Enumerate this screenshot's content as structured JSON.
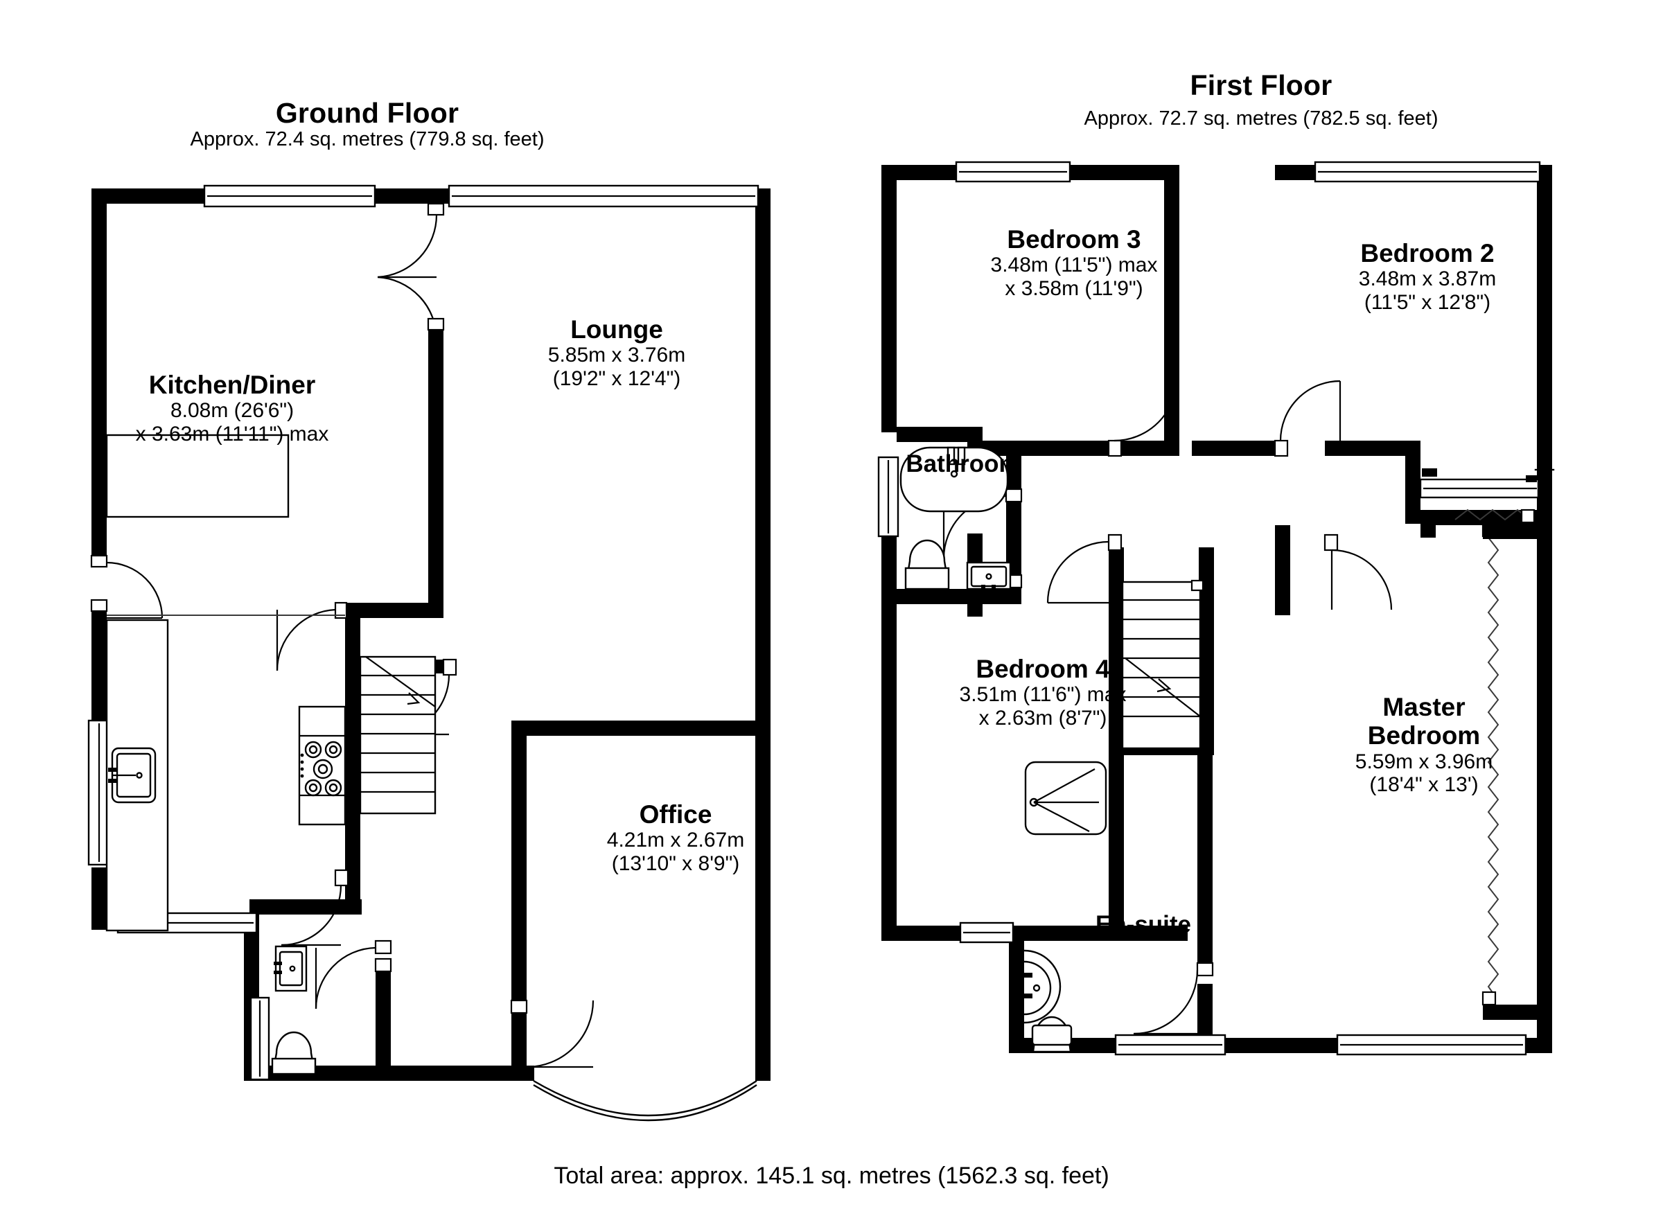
{
  "document": {
    "kind": "floorplan",
    "total_area_text": "Total area: approx. 145.1 sq. metres (1562.3 sq. feet)"
  },
  "floors": [
    {
      "id": "ground",
      "title": "Ground Floor",
      "area_text": "Approx. 72.4 sq. metres (779.8 sq. feet)",
      "area_sq_m": 72.4,
      "area_sq_ft": 779.8,
      "rooms": [
        {
          "id": "kitchen-diner",
          "name": "Kitchen/Diner",
          "dim_line_1": "8.08m (26'6\")",
          "dim_line_2": "x 3.63m (11'11\") max"
        },
        {
          "id": "lounge",
          "name": "Lounge",
          "dim_line_1": "5.85m x 3.76m",
          "dim_line_2": "(19'2\" x 12'4\")"
        },
        {
          "id": "office",
          "name": "Office",
          "dim_line_1": "4.21m x 2.67m",
          "dim_line_2": "(13'10\" x 8'9\")"
        }
      ]
    },
    {
      "id": "first",
      "title": "First Floor",
      "area_text": "Approx. 72.7 sq. metres (782.5 sq. feet)",
      "area_sq_m": 72.7,
      "area_sq_ft": 782.5,
      "rooms": [
        {
          "id": "bedroom-3",
          "name": "Bedroom 3",
          "dim_line_1": "3.48m (11'5\") max",
          "dim_line_2": "x 3.58m (11'9\")"
        },
        {
          "id": "bedroom-2",
          "name": "Bedroom 2",
          "dim_line_1": "3.48m x 3.87m",
          "dim_line_2": "(11'5\" x 12'8\")"
        },
        {
          "id": "bedroom-4",
          "name": "Bedroom 4",
          "dim_line_1": "3.51m (11'6\") max",
          "dim_line_2": "x 2.63m (8'7\")"
        },
        {
          "id": "master-bedroom",
          "name_line_1": "Master",
          "name_line_2": "Bedroom",
          "dim_line_1": "5.59m x 3.96m",
          "dim_line_2": "(18'4\" x 13')"
        },
        {
          "id": "bathroom",
          "name": "Bathroom",
          "dim_line_1": "",
          "dim_line_2": ""
        },
        {
          "id": "en-suite",
          "name": "En-suite",
          "dim_line_1": "",
          "dim_line_2": ""
        }
      ]
    }
  ],
  "colors": {
    "wall": "#000000",
    "background": "#ffffff",
    "hatch": "#3a3a3a"
  }
}
